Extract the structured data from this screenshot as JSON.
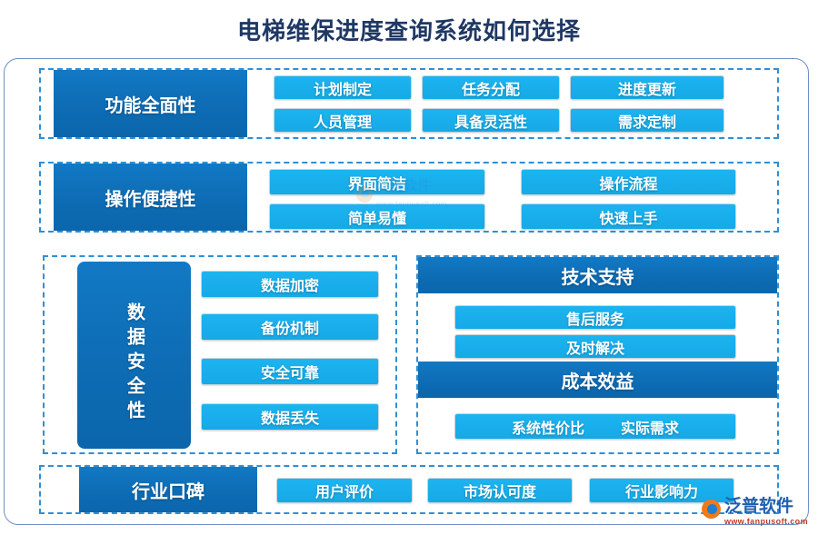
{
  "title": "电梯维保进度查询系统如何选择",
  "colors": {
    "title": "#1f3864",
    "category_blue": "#0d6cb4",
    "item_blue": "#1cb4f0",
    "dashed_border": "#2f8fd6",
    "card_border": "#6f8fc4",
    "logo_orange": "#f07a1a",
    "logo_blue": "#1f5fae",
    "logo_url_red": "#c0392b"
  },
  "sections": {
    "function": {
      "category": "功能全面性",
      "items": [
        "计划制定",
        "任务分配",
        "进度更新",
        "人员管理",
        "具备灵活性",
        "需求定制"
      ]
    },
    "operate": {
      "category": "操作便捷性",
      "items": [
        "界面简洁",
        "操作流程",
        "简单易懂",
        "快速上手"
      ]
    },
    "security": {
      "category": "数据安全性",
      "items": [
        "数据加密",
        "备份机制",
        "安全可靠",
        "数据丢失"
      ]
    },
    "support": {
      "category": "技术支持",
      "items": [
        "售后服务",
        "及时解决"
      ]
    },
    "cost": {
      "category": "成本效益",
      "items": [
        "系统性价比",
        "实际需求"
      ]
    },
    "reputation": {
      "category": "行业口碑",
      "items": [
        "用户评价",
        "市场认可度",
        "行业影响力"
      ]
    }
  },
  "brand": {
    "name": "泛普软件",
    "url": "www.fanpusoft.com"
  }
}
